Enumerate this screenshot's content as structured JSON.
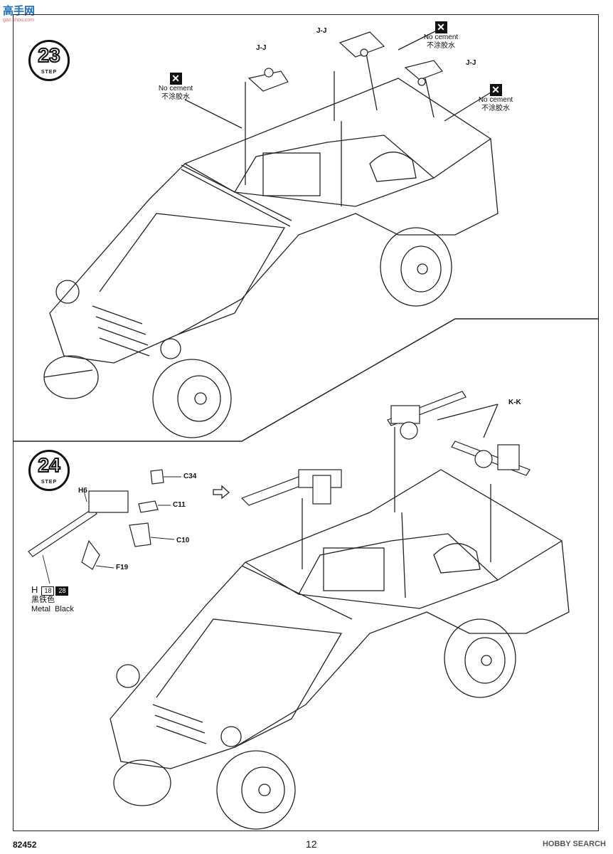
{
  "watermark": {
    "logo_text": "高手网",
    "logo_sub": "gao.shou.com"
  },
  "step23": {
    "number": "23",
    "word": "STEP",
    "labels": {
      "jj_left": "J-J",
      "jj_top": "J-J",
      "jj_right": "J-J"
    },
    "no_cement": [
      {
        "en": "No cement",
        "zh": "不涂胶水"
      },
      {
        "en": "No cement",
        "zh": "不涂胶水"
      },
      {
        "en": "No cement",
        "zh": "不涂胶水"
      }
    ]
  },
  "step24": {
    "number": "24",
    "word": "STEP",
    "labels": {
      "h6": "H6",
      "c34": "C34",
      "c11": "C11",
      "c10": "C10",
      "f19": "F19",
      "kk": "K-K"
    },
    "paint": {
      "letter": "H",
      "code1": "18",
      "code2": "28",
      "zh": "黑铁色",
      "en": "Metal  Black"
    }
  },
  "footer": {
    "code": "82452",
    "page": "12",
    "brand": "HOBBY SEARCH"
  }
}
